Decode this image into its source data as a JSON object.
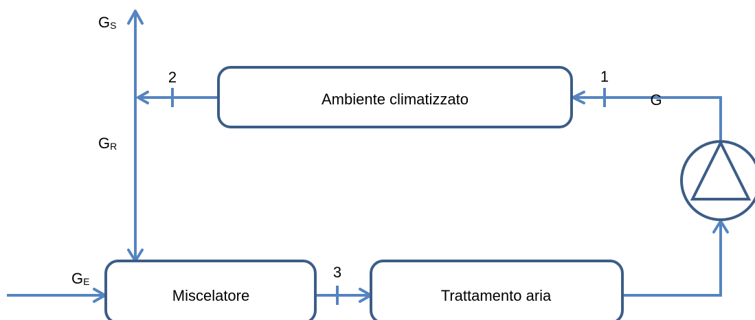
{
  "boxes": {
    "ambiente": "Ambiente climatizzato",
    "miscelatore": "Miscelatore",
    "trattamento": "Trattamento aria"
  },
  "points": {
    "p1": "1",
    "p2": "2",
    "p3": "3"
  },
  "flows": {
    "g": "G",
    "gs_main": "G",
    "gs_sub": "S",
    "gr_main": "G",
    "gr_sub": "R",
    "ge_main": "G",
    "ge_sub": "E"
  },
  "colors": {
    "pipe": "#5584c0",
    "box_border": "#3c5d86"
  }
}
